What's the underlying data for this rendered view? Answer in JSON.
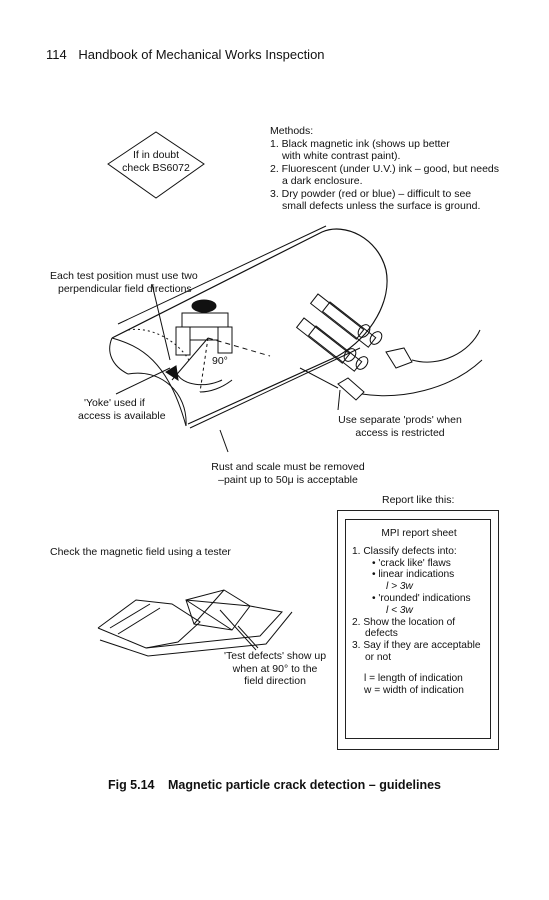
{
  "header": {
    "page_number": "114",
    "book_title": "Handbook of Mechanical Works Inspection"
  },
  "doubt_note": {
    "line1": "If in doubt",
    "line2": "check BS6072"
  },
  "methods": {
    "title": "Methods:",
    "items": [
      {
        "line1": "1. Black magnetic ink (shows up better",
        "line2": "with white contrast paint)."
      },
      {
        "line1": "2. Fluorescent (under U.V.) ink – good, but needs",
        "line2": "a dark enclosure."
      },
      {
        "line1": "3. Dry powder (red or blue) – difficult to see",
        "line2": "small defects unless the surface is ground."
      }
    ]
  },
  "labels": {
    "test_position": {
      "line1": "Each test position must use two",
      "line2": "perpendicular field directions"
    },
    "angle": "90°",
    "yoke": {
      "line1": "'Yoke' used if",
      "line2": "access is available"
    },
    "prods": {
      "line1": "Use separate 'prods' when",
      "line2": "access is restricted"
    },
    "rust": {
      "line1": "Rust and scale must be removed",
      "line2": "–paint up to 50μ is acceptable"
    },
    "check_field": "Check the magnetic field using a tester",
    "test_defects": {
      "line1": "'Test defects' show up",
      "line2": "when at 90° to the",
      "line3": "field direction"
    },
    "report_like": "Report like this:"
  },
  "report": {
    "title": "MPI report sheet",
    "step1": "1. Classify defects into:",
    "crack": "• 'crack like' flaws",
    "linear": "• linear indications",
    "linear_cond": "l > 3w",
    "rounded": "• 'rounded' indications",
    "rounded_cond": "l < 3w",
    "step2_l1": "2. Show the location of",
    "step2_l2": "defects",
    "step3_l1": "3. Say if they are acceptable",
    "step3_l2": "or not",
    "legend_l": "l = length of indication",
    "legend_w": "w = width of indication"
  },
  "caption": {
    "fig": "Fig 5.14",
    "title": "Magnetic particle crack detection – guidelines"
  }
}
